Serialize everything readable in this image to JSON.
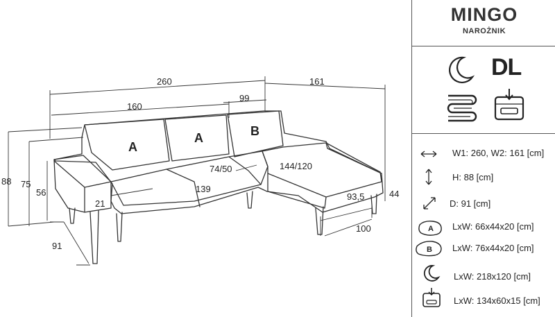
{
  "product": {
    "name": "MINGO",
    "category": "NAROŻNIK",
    "dl_badge": "DL"
  },
  "icons": {
    "sleep": "moon-icon",
    "mechanism": "dl-mechanism-badge",
    "spring": "spring-icon",
    "storage": "storage-container-icon"
  },
  "specs": [
    {
      "icon": "horizontal-double-arrow-icon",
      "text": "W1: 260, W2: 161 [cm]"
    },
    {
      "icon": "vertical-double-arrow-icon",
      "text": "H: 88 [cm]"
    },
    {
      "icon": "diagonal-double-arrow-icon",
      "text": "D: 91 [cm]"
    },
    {
      "icon": "cushion-a-icon",
      "badge": "A",
      "text": "LxW: 66x44x20 [cm]"
    },
    {
      "icon": "cushion-b-icon",
      "badge": "B",
      "text": "LxW: 76x44x20 [cm]"
    },
    {
      "icon": "moon-icon",
      "text": "LxW: 218x120 [cm]"
    },
    {
      "icon": "storage-container-icon",
      "text": "LxW: 134x60x15 [cm]"
    }
  ],
  "drawing": {
    "cushion_labels": [
      "A",
      "A",
      "B"
    ],
    "dimensions": {
      "total_width": "260",
      "chaise_width": "161",
      "seat_width": "160",
      "chaise_seat_width": "99",
      "height_total": "88",
      "height_back": "75",
      "height_arm": "56",
      "arm_width": "21",
      "seat_length": "139",
      "seat_depth": "74/50",
      "sleep_depth": "144/120",
      "chaise_length": "93,5",
      "chaise_height": "44",
      "chaise_depth": "100",
      "depth": "91"
    }
  }
}
